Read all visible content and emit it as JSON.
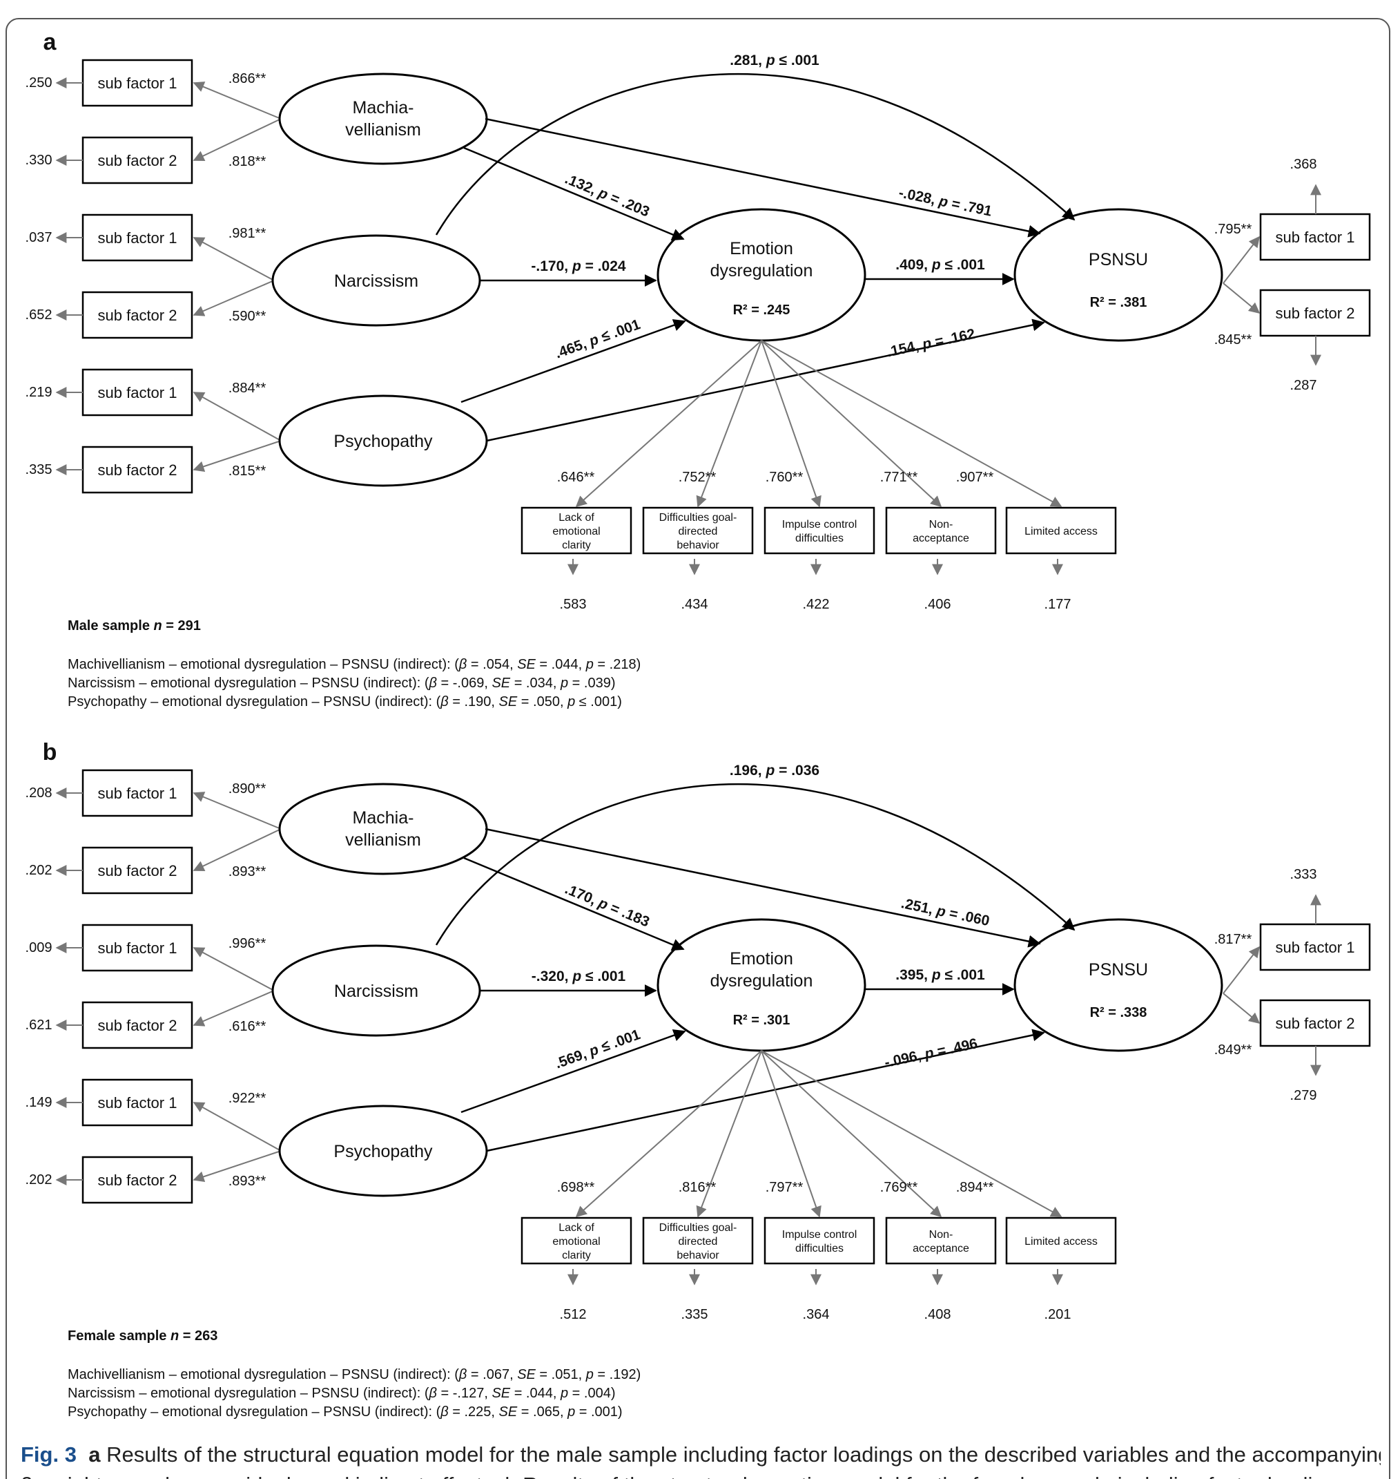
{
  "panels": [
    {
      "letter": "a",
      "latent": {
        "mach_line1": "Machia-",
        "mach_line2": "vellianism",
        "narc": "Narcissism",
        "psych": "Psychopathy",
        "emo_line1": "Emotion",
        "emo_line2": "dysregulation",
        "emo_r2": "R² = .245",
        "psnsu": "PSNSU",
        "psnsu_r2": "R² = .381"
      },
      "left_indicators": [
        {
          "label": "sub factor 1",
          "residual": ".250",
          "loading": ".866**"
        },
        {
          "label": "sub factor 2",
          "residual": ".330",
          "loading": ".818**"
        },
        {
          "label": "sub factor 1",
          "residual": ".037",
          "loading": ".981**"
        },
        {
          "label": "sub factor 2",
          "residual": ".652",
          "loading": ".590**"
        },
        {
          "label": "sub factor 1",
          "residual": ".219",
          "loading": ".884**"
        },
        {
          "label": "sub factor 2",
          "residual": ".335",
          "loading": ".815**"
        }
      ],
      "right_indicators": [
        {
          "label": "sub factor 1",
          "residual": ".368",
          "loading": ".795**"
        },
        {
          "label": "sub factor 2",
          "residual": ".287",
          "loading": ".845**"
        }
      ],
      "emo_indicators": [
        {
          "lines": [
            "Lack of",
            "emotional",
            "clarity"
          ],
          "loading": ".646**",
          "residual": ".583"
        },
        {
          "lines": [
            "Difficulties goal-",
            "directed",
            "behavior"
          ],
          "loading": ".752**",
          "residual": ".434"
        },
        {
          "lines": [
            "Impulse control",
            "difficulties"
          ],
          "loading": ".760**",
          "residual": ".422"
        },
        {
          "lines": [
            "Non-",
            "acceptance"
          ],
          "loading": ".771**",
          "residual": ".406"
        },
        {
          "lines": [
            "Limited access"
          ],
          "loading": ".907**",
          "residual": ".177"
        }
      ],
      "paths": {
        "narc_psnsu": ".281, p ≤ .001",
        "mach_emo": ".132, p = .203",
        "mach_psnsu": "-.028, p = .791",
        "narc_emo": "-.170, p = .024",
        "emo_psnsu": ".409, p ≤ .001",
        "psych_emo": ".465, p ≤ .001",
        "psych_psnsu": ".154, p = .162"
      },
      "sample": "Male sample n = 291",
      "indirect": [
        "Machivellianism – emotional dysregulation – PSNSU (indirect): (β = .054, SE = .044, p = .218)",
        "Narcissism – emotional dysregulation – PSNSU (indirect): (β = -.069, SE = .034, p = .039)",
        "Psychopathy – emotional dysregulation – PSNSU (indirect): (β = .190, SE = .050, p ≤ .001)"
      ]
    },
    {
      "letter": "b",
      "latent": {
        "mach_line1": "Machia-",
        "mach_line2": "vellianism",
        "narc": "Narcissism",
        "psych": "Psychopathy",
        "emo_line1": "Emotion",
        "emo_line2": "dysregulation",
        "emo_r2": "R² = .301",
        "psnsu": "PSNSU",
        "psnsu_r2": "R² = .338"
      },
      "left_indicators": [
        {
          "label": "sub factor 1",
          "residual": ".208",
          "loading": ".890**"
        },
        {
          "label": "sub factor 2",
          "residual": ".202",
          "loading": ".893**"
        },
        {
          "label": "sub factor 1",
          "residual": ".009",
          "loading": ".996**"
        },
        {
          "label": "sub factor 2",
          "residual": ".621",
          "loading": ".616**"
        },
        {
          "label": "sub factor 1",
          "residual": ".149",
          "loading": ".922**"
        },
        {
          "label": "sub factor 2",
          "residual": ".202",
          "loading": ".893**"
        }
      ],
      "right_indicators": [
        {
          "label": "sub factor 1",
          "residual": ".333",
          "loading": ".817**"
        },
        {
          "label": "sub factor 2",
          "residual": ".279",
          "loading": ".849**"
        }
      ],
      "emo_indicators": [
        {
          "lines": [
            "Lack of",
            "emotional",
            "clarity"
          ],
          "loading": ".698**",
          "residual": ".512"
        },
        {
          "lines": [
            "Difficulties goal-",
            "directed",
            "behavior"
          ],
          "loading": ".816**",
          "residual": ".335"
        },
        {
          "lines": [
            "Impulse control",
            "difficulties"
          ],
          "loading": ".797**",
          "residual": ".364"
        },
        {
          "lines": [
            "Non-",
            "acceptance"
          ],
          "loading": ".769**",
          "residual": ".408"
        },
        {
          "lines": [
            "Limited access"
          ],
          "loading": ".894**",
          "residual": ".201"
        }
      ],
      "paths": {
        "narc_psnsu": ".196, p = .036",
        "mach_emo": ".170, p = .183",
        "mach_psnsu": ".251, p = .060",
        "narc_emo": "-.320, p ≤ .001",
        "emo_psnsu": ".395, p ≤ .001",
        "psych_emo": ".569, p ≤ .001",
        "psych_psnsu": "-.096, p = .496"
      },
      "sample": "Female sample n = 263",
      "indirect": [
        "Machivellianism – emotional dysregulation – PSNSU (indirect): (β = .067, SE = .051, p = .192)",
        "Narcissism – emotional dysregulation – PSNSU (indirect): (β = -.127, SE = .044, p = .004)",
        "Psychopathy – emotional dysregulation – PSNSU (indirect): (β = .225, SE = .065, p = .001)"
      ]
    }
  ],
  "caption": {
    "fig": "Fig. 3",
    "a": "a",
    "text_a": "Results of the structural equation model for the male sample including factor loadings on the described variables and the accompanying",
    "text_b": "β-weights, p values, residuals, and indirect effects. b Results of the structural equation model for the female sample including factor loadings on the"
  },
  "colors": {
    "line": "#000000",
    "gray": "#777777",
    "caption_accent": "#1b4f8c"
  }
}
